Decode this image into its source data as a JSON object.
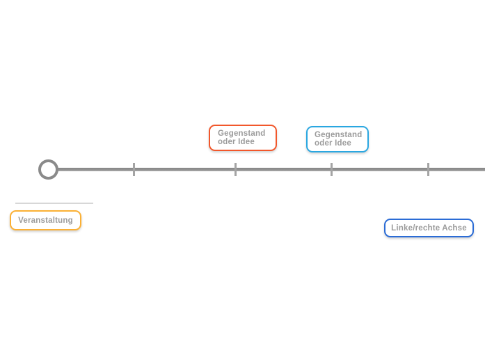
{
  "topics": [
    {
      "name": "idea-topic-red",
      "label": "Gegenstand\noder Idee",
      "border_color": "#f2572b"
    },
    {
      "name": "idea-topic-blue",
      "label": "Gegenstand\noder Idee",
      "border_color": "#2aa7e1"
    },
    {
      "name": "event-topic",
      "label": "Veranstaltung",
      "border_color": "#fbb034"
    },
    {
      "name": "axis-topic",
      "label": "Linke/rechte Achse",
      "border_color": "#2b6cd6"
    }
  ],
  "timeline": {
    "tick_count": 4,
    "axis_color": "#8f8f8f",
    "tick_color": "#a4a4a4",
    "start_circle_color": "#8a8a8a"
  },
  "palette": {
    "topic_text_color": "#9b9b9b",
    "canvas_background": "#ffffff"
  }
}
